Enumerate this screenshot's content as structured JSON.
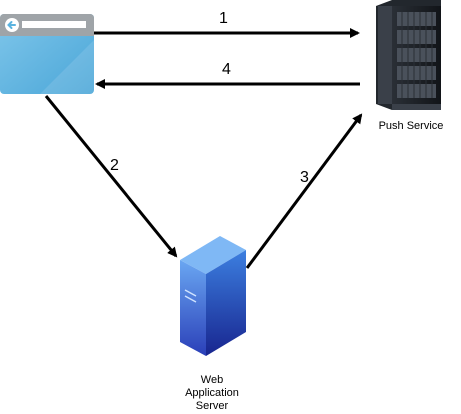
{
  "nodes": {
    "browser": {
      "label": "",
      "icon": "browser-window-icon"
    },
    "push_service": {
      "label": "Push Service",
      "icon": "server-rack-icon"
    },
    "web_app_server": {
      "label_lines": [
        "Web",
        "Application",
        "Server"
      ],
      "icon": "server-tower-icon"
    }
  },
  "edges": [
    {
      "id": "1",
      "label": "1",
      "from": "browser",
      "to": "push_service"
    },
    {
      "id": "4",
      "label": "4",
      "from": "push_service",
      "to": "browser"
    },
    {
      "id": "2",
      "label": "2",
      "from": "browser",
      "to": "web_app_server"
    },
    {
      "id": "3",
      "label": "3",
      "from": "web_app_server",
      "to": "push_service"
    }
  ],
  "colors": {
    "browser_body": "#5bb3df",
    "browser_bar": "#9fa4a8",
    "server_blue_light": "#4aa8f0",
    "server_blue_dark": "#1e3fb0",
    "rack_dark": "#1b1f24",
    "edge": "#000000"
  }
}
